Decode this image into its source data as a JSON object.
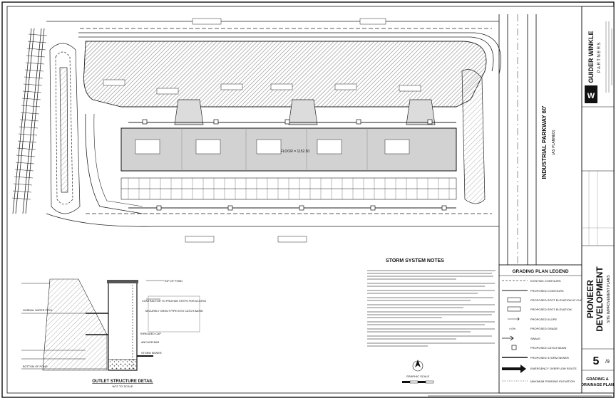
{
  "road": {
    "name": "INDUSTRIAL PARKWAY 60'",
    "note": "(AS PLANNED)"
  },
  "building": {
    "finish_floor": "FINISH FLOOR = 1152.50"
  },
  "storm_notes": {
    "title": "STORM SYSTEM NOTES"
  },
  "legend": {
    "title": "GRADING PLAN LEGEND",
    "items": [
      {
        "label": "EXISTING CONTOURS",
        "icon": "dashed-contour-icon"
      },
      {
        "label": "PROPOSED CONTOURS",
        "icon": "solid-contour-icon"
      },
      {
        "label": "PROPOSED SPOT ELEVATION AT CURB",
        "icon": "spot-elevation-curb-icon"
      },
      {
        "label": "PROPOSED SPOT ELEVATION",
        "icon": "spot-elevation-icon"
      },
      {
        "label": "PROPOSED SLOPE",
        "icon": "slope-arrow-icon"
      },
      {
        "label": "PROPOSED GRADE",
        "icon": "grade-icon"
      },
      {
        "label": "SWALE",
        "icon": "swale-icon"
      },
      {
        "label": "PROPOSED CATCH BASIN",
        "icon": "catch-basin-icon"
      },
      {
        "label": "PROPOSED STORM SEWER",
        "icon": "storm-sewer-icon"
      },
      {
        "label": "EMERGENCY OVERFLOW ROUTE",
        "icon": "overflow-arrow-icon"
      },
      {
        "label": "MAXIMUM PONDING ELEVATION",
        "icon": "ponding-icon"
      }
    ]
  },
  "detail": {
    "title": "OUTLET STRUCTURE DETAIL",
    "scale": "NOT TO SCALE",
    "callouts": [
      "CONTRACTOR TO PROVIDE STEPS FOR ACCESS",
      "SECURELY GROUT PIPE INTO CATCH BASIN",
      "TOP OF POND",
      "NORMAL WATER POOL",
      "BOTTOM OF POND",
      "THREADED CAP",
      "ANCHOR BAR",
      "STORM SEWER"
    ]
  },
  "graphic_scale": {
    "label": "GRAPHIC SCALE"
  },
  "title_block": {
    "firm_name_1": "GUIDER WINKLE",
    "firm_name_2": "PARTNERS",
    "project_1": "PIONEER",
    "project_2": "DEVELOPMENT",
    "plan_type": "SITE IMPROVEMENT PLANS",
    "sheet_number": "5",
    "sheet_total": "/9",
    "sheet_title_1": "GRADING &",
    "sheet_title_2": "DRAINAGE PLAN"
  },
  "colors": {
    "ink": "#111111",
    "pavement_hatch": "#8a8a8a",
    "building_fill": "#d2d2d2",
    "logo_bg": "#ffffff"
  }
}
